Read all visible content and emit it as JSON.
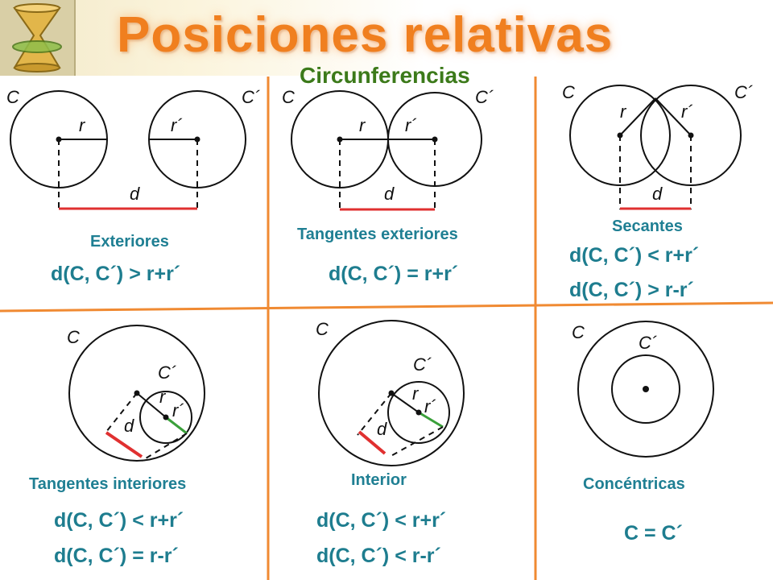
{
  "title": "Posiciones relativas",
  "subtitle": "Circunferencias",
  "colors": {
    "title": "#f07f1f",
    "subtitle": "#3c7a1a",
    "labels": "#1f7f93",
    "divider": "#f08a32",
    "distance": "#e03030",
    "radius_inner": "#3aa03a"
  },
  "cells": {
    "exteriores": {
      "label": "Exteriores",
      "eq1": "d(C, C´) > r+r´"
    },
    "tangentes_exteriores": {
      "label": "Tangentes exteriores",
      "eq1": "d(C, C´) = r+r´"
    },
    "secantes": {
      "label": "Secantes",
      "eq1": "d(C, C´) < r+r´",
      "eq2": "d(C, C´) > r-r´"
    },
    "tangentes_interiores": {
      "label": "Tangentes interiores",
      "eq1": "d(C, C´) < r+r´",
      "eq2": "d(C, C´) = r-r´"
    },
    "interior": {
      "label": "Interior",
      "eq1": "d(C, C´) < r+r´",
      "eq2": "d(C, C´) < r-r´"
    },
    "concentricas": {
      "label": "Concéntricas",
      "eq1": "C = C´"
    }
  },
  "glyphs": {
    "C": "C",
    "Cp": "C´",
    "r": "r",
    "rp": "r´",
    "d": "d"
  }
}
